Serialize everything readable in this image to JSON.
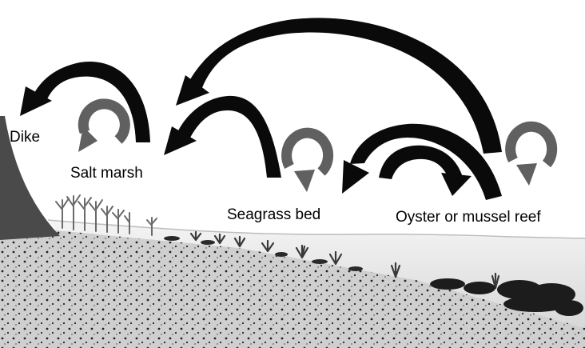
{
  "labels": {
    "dike": "Dike",
    "salt_marsh": "Salt marsh",
    "seagrass_bed": "Seagrass bed",
    "reef": "Oyster or mussel reef"
  },
  "colors": {
    "feedback_arrow": "#606060",
    "facilitation_arrow": "#0a0a0a",
    "sediment": "#cfcfcf",
    "water": "#e6e6e6",
    "dike": "#4a4a4a"
  }
}
